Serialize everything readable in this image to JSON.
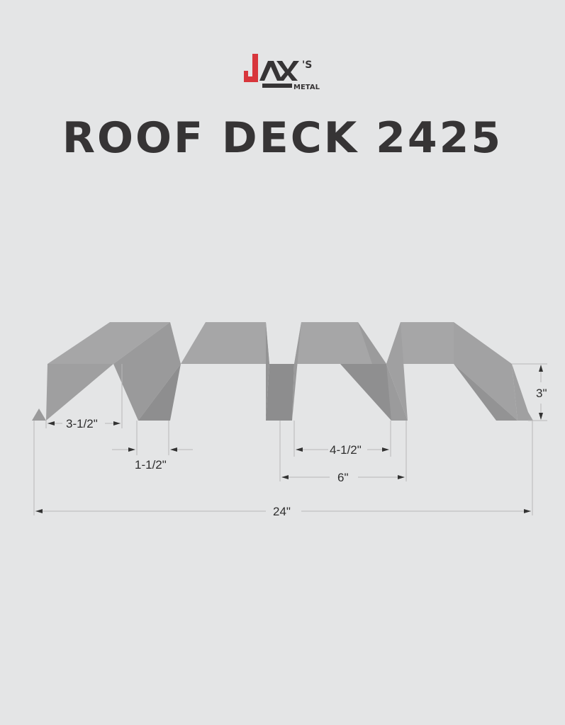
{
  "brand": {
    "logo_letters": "JAX",
    "logo_suffix": "'S",
    "logo_sub": "METAL",
    "accent_color": "#d8363c",
    "dark_color": "#363435"
  },
  "title": "ROOF DECK 2425",
  "profile": {
    "fill_top": "#a9a9aa",
    "fill_side": "#9c9c9d",
    "fill_dark": "#8f8f90",
    "line_color": "#b3b3b3"
  },
  "dimensions": {
    "top_flange": "3-1/2\"",
    "bottom_flange": "1-1/2\"",
    "inner_span": "4-1/2\"",
    "rib_pitch": "6\"",
    "overall_width": "24\"",
    "depth": "3\""
  }
}
